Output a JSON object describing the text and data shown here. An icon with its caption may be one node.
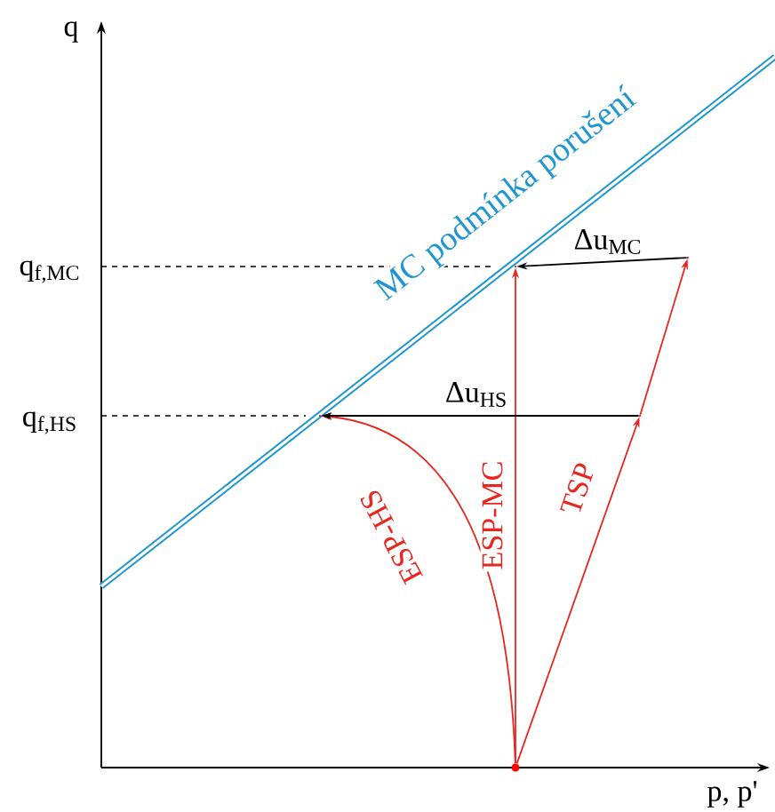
{
  "diagram": {
    "nodes": [
      {
        "text": [],
        "shape": "circle"
      },
      {
        "text": [],
        "shape": "circle"
      },
      {
        "text": [],
        "shape": "circle"
      },
      {
        "text": [],
        "shape": "circle"
      },
      {
        "text": [],
        "shape": "circle"
      }
    ],
    "edges": [
      {
        "from": 0,
        "to": 1,
        "arrow": "to",
        "label": "ESP-MC"
      },
      {
        "from": 0,
        "to": 2,
        "arrow": "to",
        "label": "ESP-HS"
      },
      {
        "from": 0,
        "to": 4,
        "arrow": "to",
        "label": "TSP"
      },
      {
        "from": 4,
        "to": 3,
        "arrow": "to"
      },
      {
        "from": 4,
        "to": 2,
        "arrow": "to",
        "label": "Δu$_{HS}$",
        "color": "#000000"
      },
      {
        "from": 3,
        "to": 1,
        "arrow": "to",
        "label": "Δu$_{MC}$",
        "color": "#000000"
      }
    ],
    "labels": [
      "q",
      "MC podmínka porušení",
      "q$_{f,MC}$",
      "q$_{f,HS}$",
      "p, p'"
    ]
  }
}
